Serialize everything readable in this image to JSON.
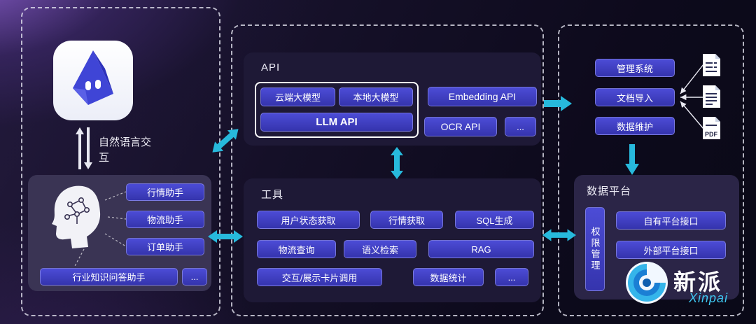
{
  "left": {
    "interaction_label": "自然语言交互",
    "assistants": [
      "行情助手",
      "物流助手",
      "订单助手",
      "行业知识问答助手",
      "..."
    ]
  },
  "api": {
    "title": "API",
    "cloud_model": "云端大模型",
    "local_model": "本地大模型",
    "llm_api": "LLM API",
    "embedding_api": "Embedding API",
    "ocr_api": "OCR API",
    "more": "..."
  },
  "tools": {
    "title": "工具",
    "row1": [
      "用户状态获取",
      "行情获取",
      "SQL生成"
    ],
    "row2": [
      "物流查询",
      "语义检索",
      "RAG"
    ],
    "row3": [
      "交互/展示卡片调用",
      "数据统计",
      "..."
    ]
  },
  "right": {
    "management": [
      "管理系统",
      "文档导入",
      "数据维护"
    ],
    "pdf_label": "PDF",
    "platform": {
      "title": "数据平台",
      "permission": "权限管理",
      "interfaces": [
        "自有平台接口",
        "外部平台接口"
      ]
    }
  },
  "logo": {
    "cn": "新派",
    "en": "Xinpai"
  },
  "colors": {
    "arrow": "#27b9dc",
    "button": "#3d3dc6"
  }
}
